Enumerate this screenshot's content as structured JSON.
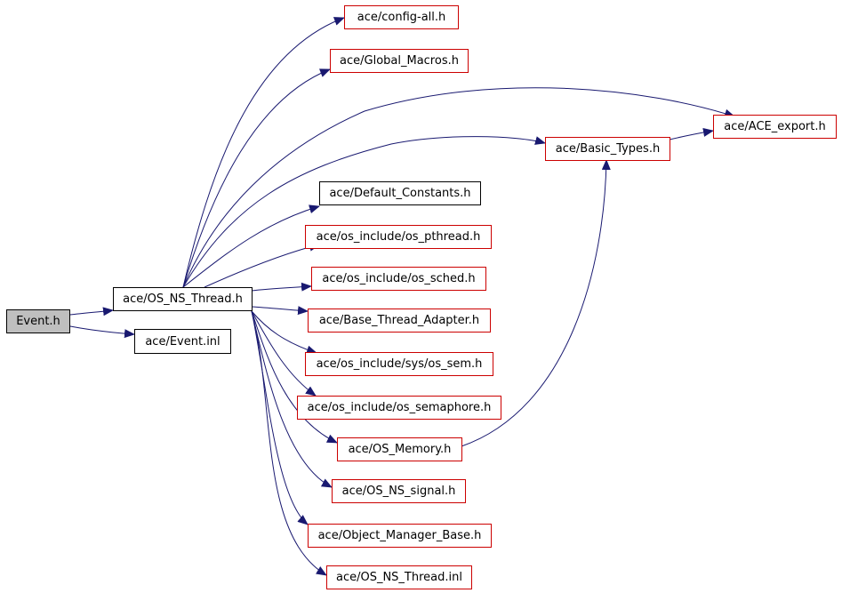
{
  "colors": {
    "edge": "#191970",
    "red_border": "#cc0000",
    "black_border": "#000000",
    "root_fill": "#bfbfbf"
  },
  "nodes": {
    "event_h": "Event.h",
    "os_ns_thread_h": "ace/OS_NS_Thread.h",
    "event_inl": "ace/Event.inl",
    "config_all_h": "ace/config-all.h",
    "global_macros_h": "ace/Global_Macros.h",
    "ace_export_h": "ace/ACE_export.h",
    "basic_types_h": "ace/Basic_Types.h",
    "default_constants_h": "ace/Default_Constants.h",
    "os_pthread_h": "ace/os_include/os_pthread.h",
    "os_sched_h": "ace/os_include/os_sched.h",
    "base_thread_adapter_h": "ace/Base_Thread_Adapter.h",
    "os_sem_h": "ace/os_include/sys/os_sem.h",
    "os_semaphore_h": "ace/os_include/os_semaphore.h",
    "os_memory_h": "ace/OS_Memory.h",
    "os_ns_signal_h": "ace/OS_NS_signal.h",
    "object_manager_base_h": "ace/Object_Manager_Base.h",
    "os_ns_thread_inl": "ace/OS_NS_Thread.inl"
  }
}
